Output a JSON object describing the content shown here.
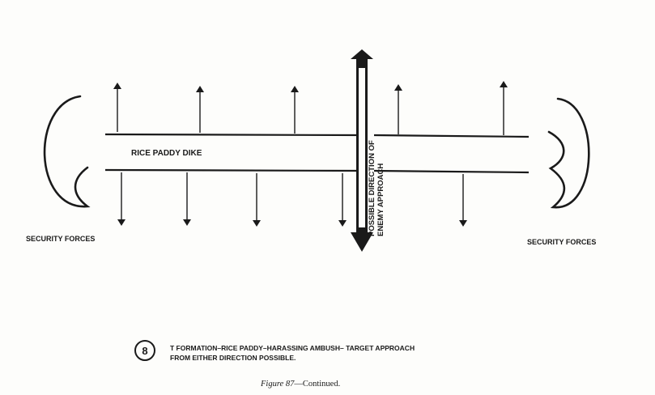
{
  "labels": {
    "dike": "RICE PADDY DIKE",
    "security_left": "SECURITY FORCES",
    "security_right": "SECURITY FORCES",
    "approach_line1": "POSSIBLE DIRECTION OF",
    "approach_line2": "ENEMY APPROACH"
  },
  "legend": {
    "number": "8",
    "line1": "T FORMATION–RICE PADDY–HARASSING AMBUSH– TARGET APPROACH",
    "line2": "FROM EITHER DIRECTION POSSIBLE."
  },
  "caption": {
    "figure": "Figure 87",
    "suffix": "—Continued."
  },
  "colors": {
    "ink": "#1a1a1a",
    "paper": "#fdfdfb"
  }
}
